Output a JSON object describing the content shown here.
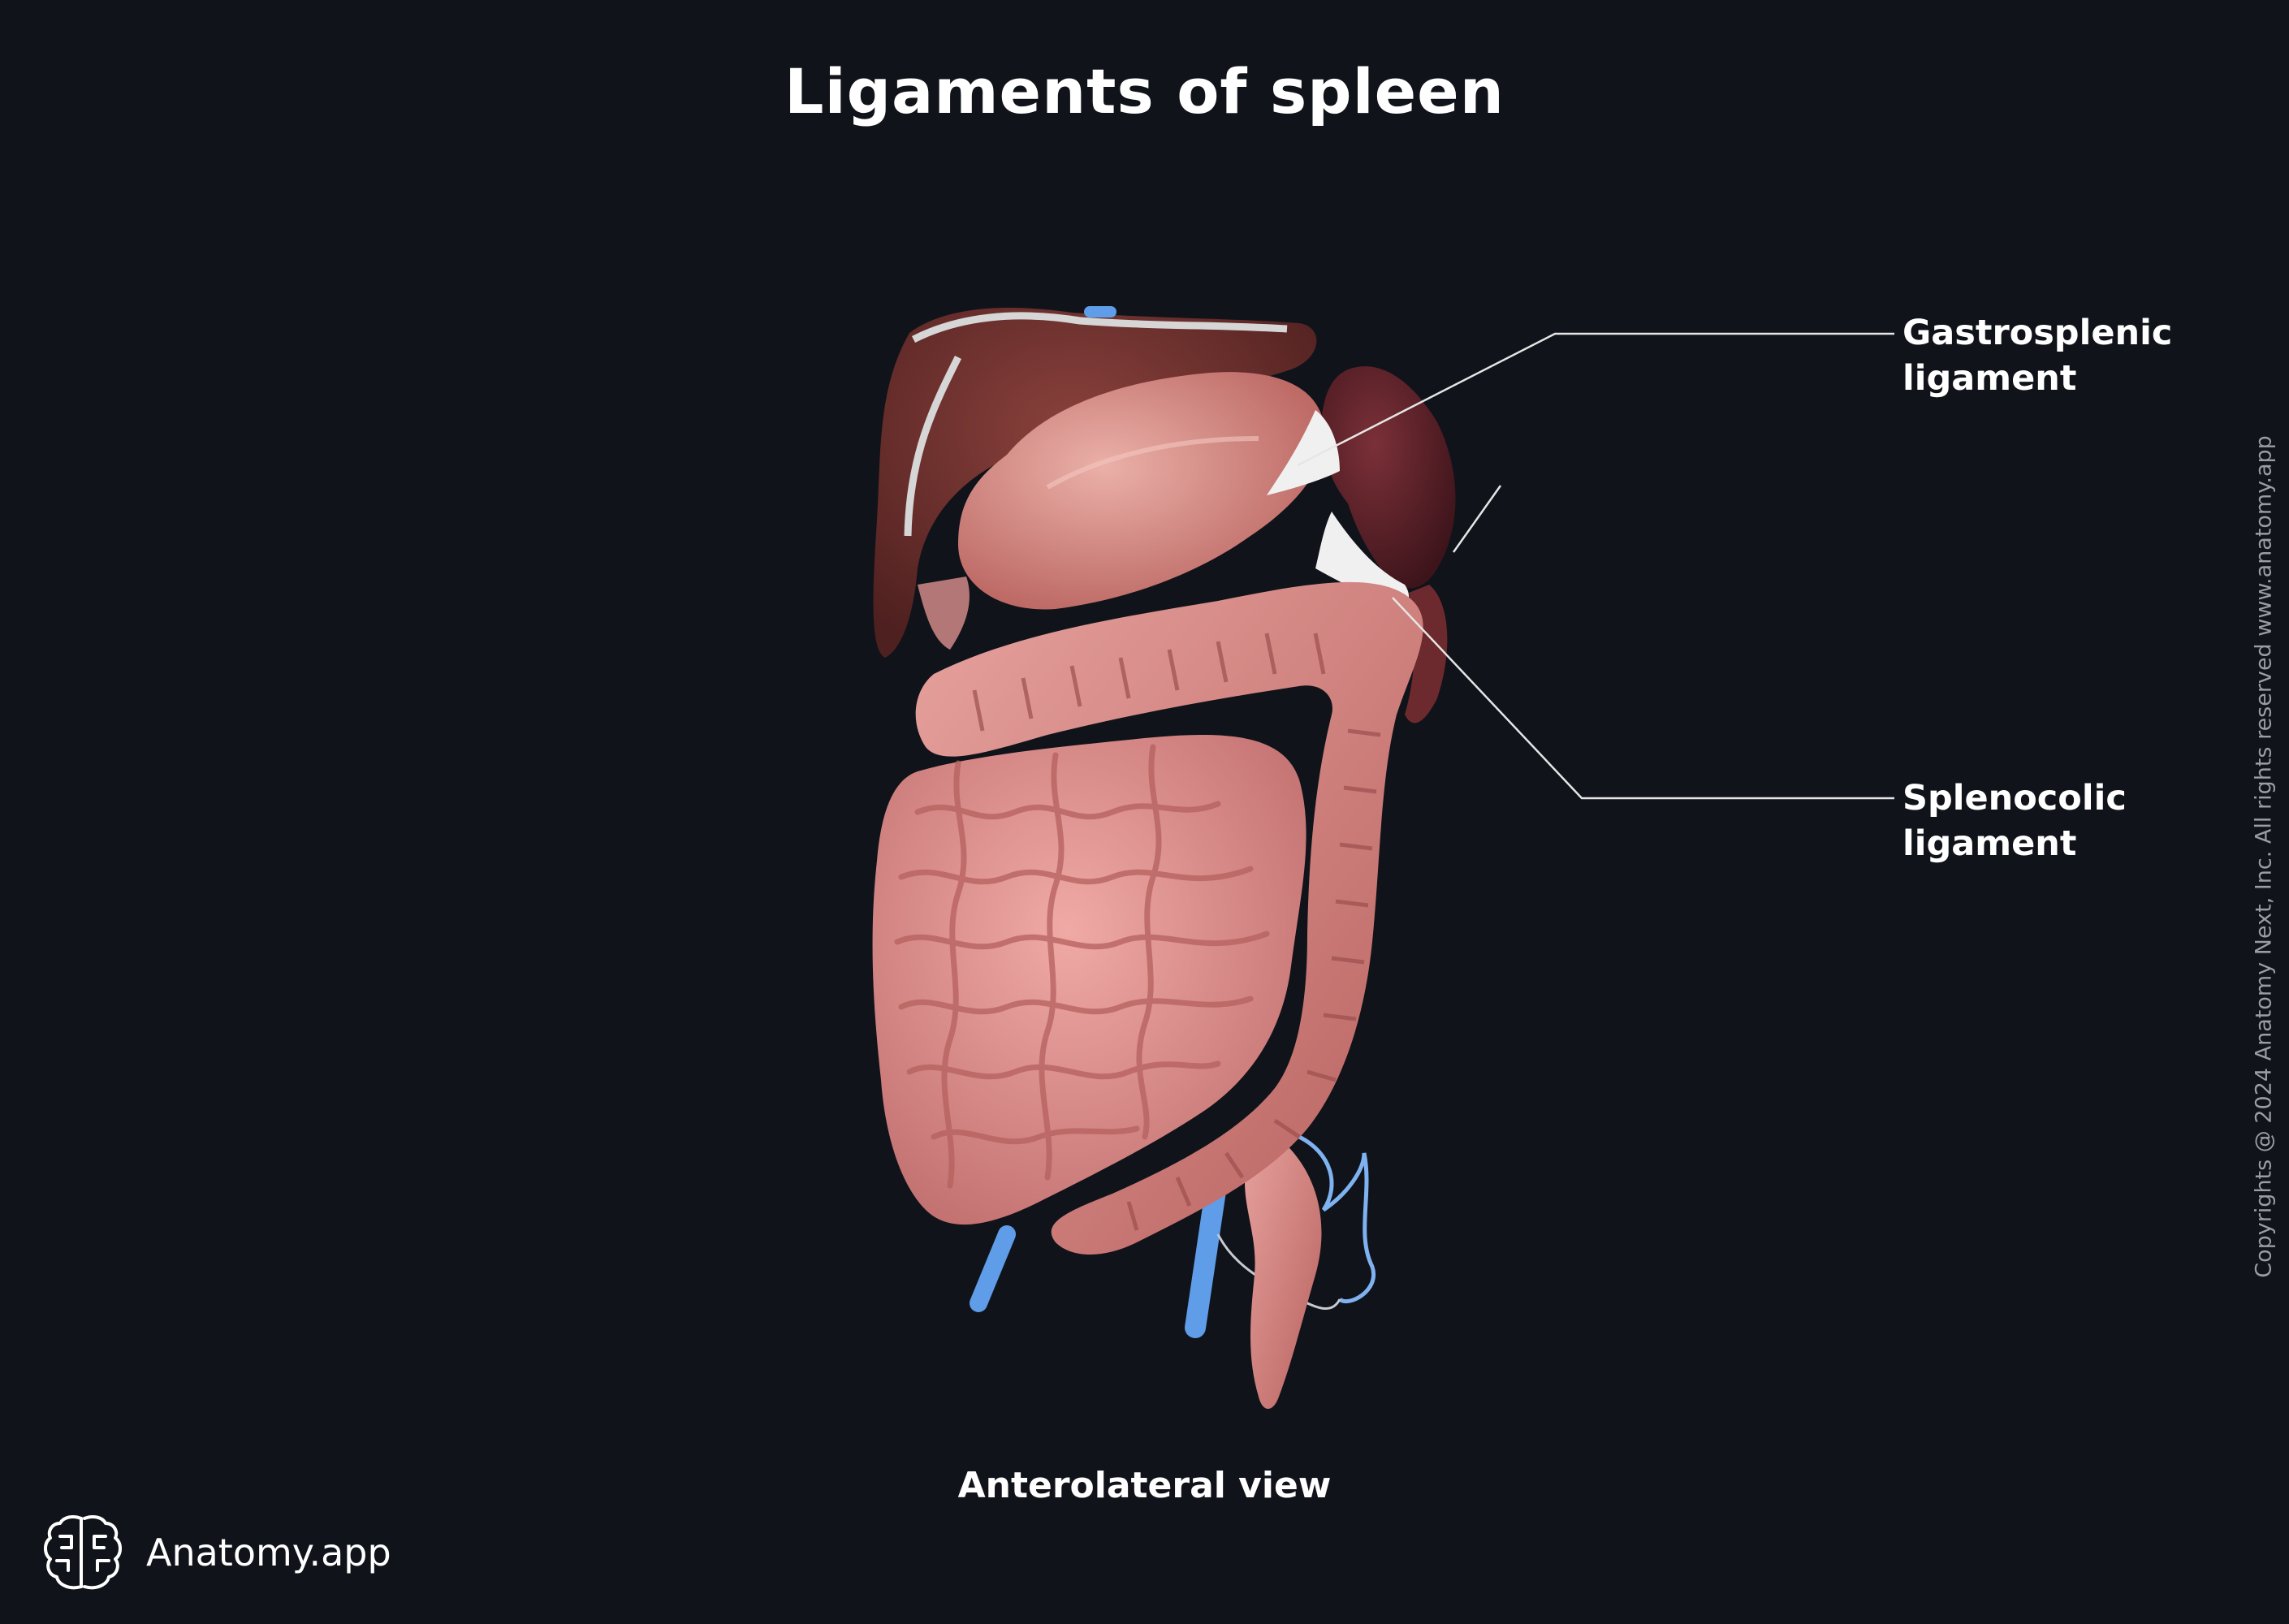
{
  "title": "Ligaments of spleen",
  "labels": {
    "gastrosplenic": "Gastrosplenic\nligament",
    "splenocolic": "Splenocolic\nligament"
  },
  "caption": "Anterolateral view",
  "copyright": "Copyrights @ 2024 Anatomy Next, Inc. All rights reserved www.anatomy.app",
  "brand": {
    "name": "Anatomy.app",
    "icon": "brain-logo-icon"
  },
  "colors": {
    "background": "#10131a",
    "text": "#ffffff",
    "leader_line": "#e6e6e6",
    "liver": "#6a2f2c",
    "stomach": "#d88a85",
    "spleen": "#5b2027",
    "intestine": "#d9898a",
    "ligament": "#f0f0f0",
    "vessel": "#5f9de8"
  }
}
